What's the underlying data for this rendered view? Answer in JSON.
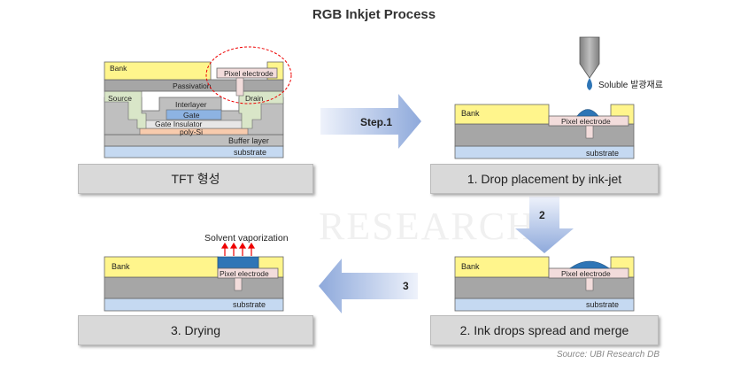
{
  "title": "RGB Inkjet Process",
  "watermark": "RESEARCH",
  "source": "Source: UBI Research DB",
  "panel1": {
    "caption": "TFT 형성",
    "labels": {
      "bank": "Bank",
      "pixel_electrode": "Pixel electrode",
      "passivation": "Passivation",
      "source": "Source",
      "drain": "Drain",
      "interlayer": "Interlayer",
      "gate": "Gate",
      "gate_insulator": "Gate Insulator",
      "poly_si": "poly-Si",
      "buffer_layer": "Buffer layer",
      "substrate": "substrate"
    }
  },
  "panel2": {
    "caption": "1. Drop placement by ink-jet",
    "labels": {
      "bank": "Bank",
      "pixel_electrode": "Pixel electrode",
      "substrate": "substrate",
      "soluble": "Soluble 발광재료"
    }
  },
  "panel3": {
    "caption": "2. Ink drops spread and merge",
    "labels": {
      "bank": "Bank",
      "pixel_electrode": "Pixel electrode",
      "substrate": "substrate"
    }
  },
  "panel4": {
    "caption": "3. Drying",
    "labels": {
      "bank": "Bank",
      "pixel_electrode": "Pixel electrode",
      "substrate": "substrate",
      "solvent": "Solvent vaporization"
    }
  },
  "arrows": {
    "step1": "Step.1",
    "step2": "2",
    "step3": "3"
  },
  "colors": {
    "bank": "#fff58c",
    "grey": "#a6a6a6",
    "pixel": "#f2dcdb",
    "substrate": "#c5d9f1",
    "ink": "#2e75b6",
    "arrow_light": "#e6ecfa",
    "arrow_dark": "#8ea9db"
  }
}
